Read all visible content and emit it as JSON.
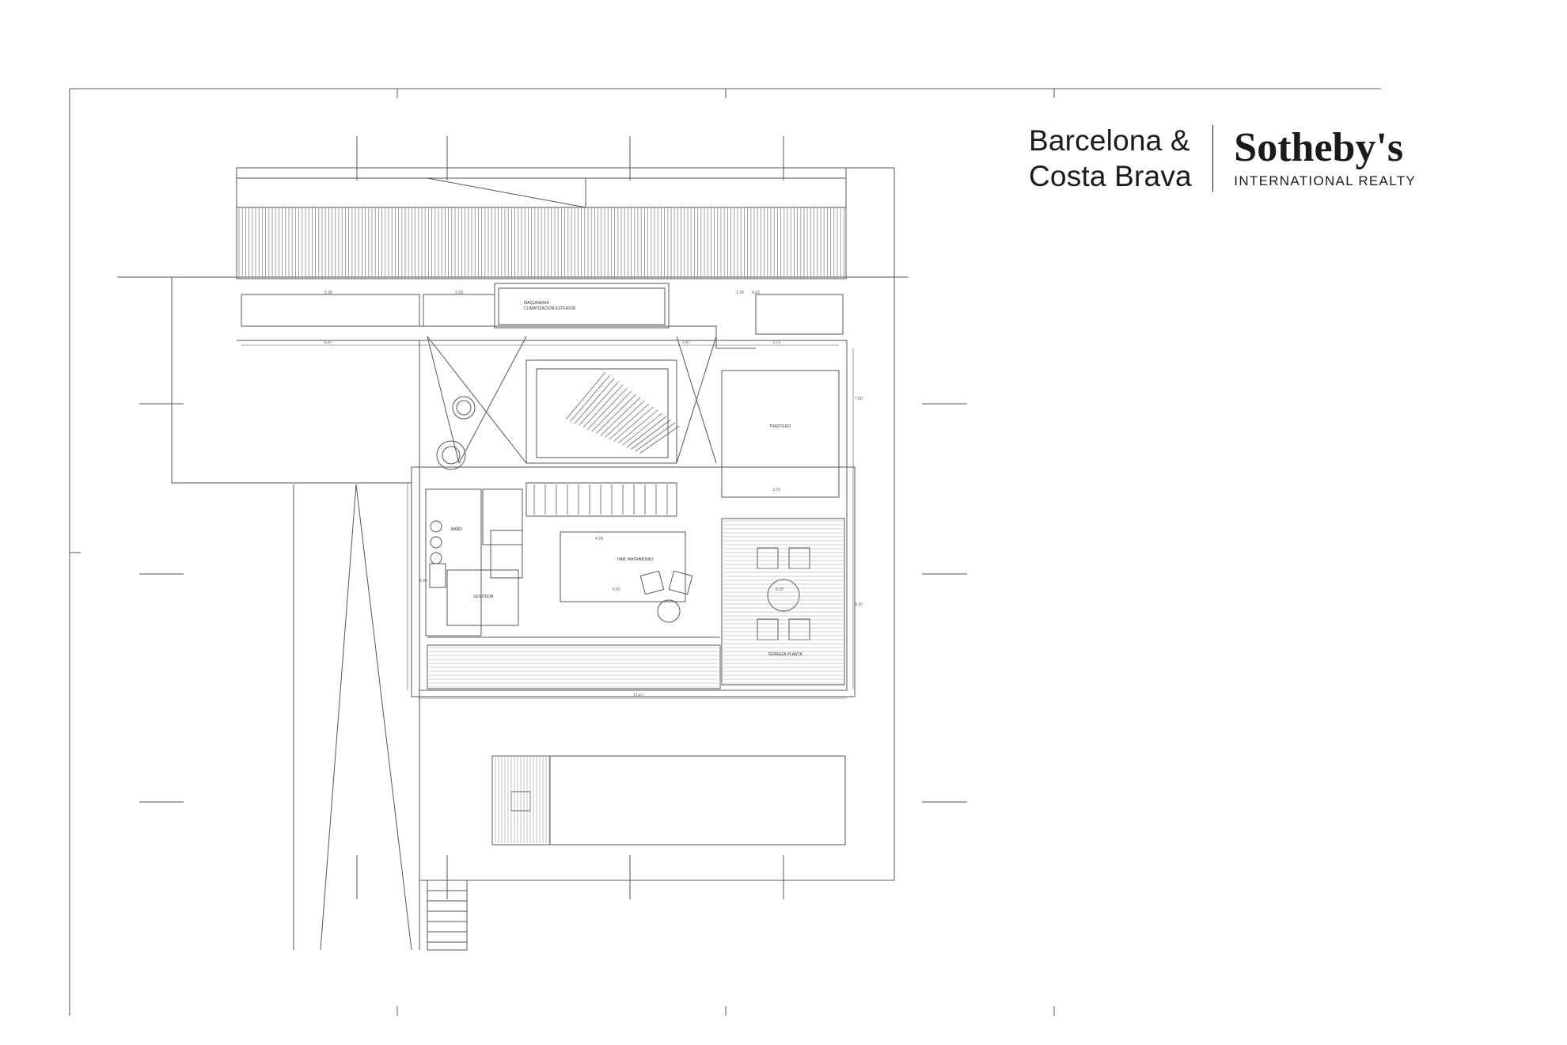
{
  "branding": {
    "line1": "Barcelona &",
    "line2": "Costa Brava",
    "name": "Sotheby's",
    "subtitle": "INTERNATIONAL REALTY"
  },
  "plan": {
    "rooms": {
      "maquinaria": "MAQUINARIA",
      "maquinaria_sub": "CLIMATIZACION EXTERIOR",
      "trastero": "TRASTERO",
      "hab": "HAB. MATRIMONIO",
      "bano": "BAÑO",
      "vestidor": "VESTIDOR",
      "terraza": "TERRAZA PLANTA"
    },
    "dims": {
      "d1": "5.30",
      "d2": "2.20",
      "d3": "1.78",
      "d4": "4.63",
      "d5": "6.47",
      "d6": "1.47",
      "d7": "3.73",
      "d8": "7.00",
      "d9": "4.78",
      "d10": "5.92",
      "d11": "6.23",
      "d12": "13.41",
      "d13": "9.10",
      "d14": "3.73",
      "d15": "6.45"
    },
    "colors": {
      "line": "#555555",
      "hatch": "#8a8a8a"
    }
  }
}
